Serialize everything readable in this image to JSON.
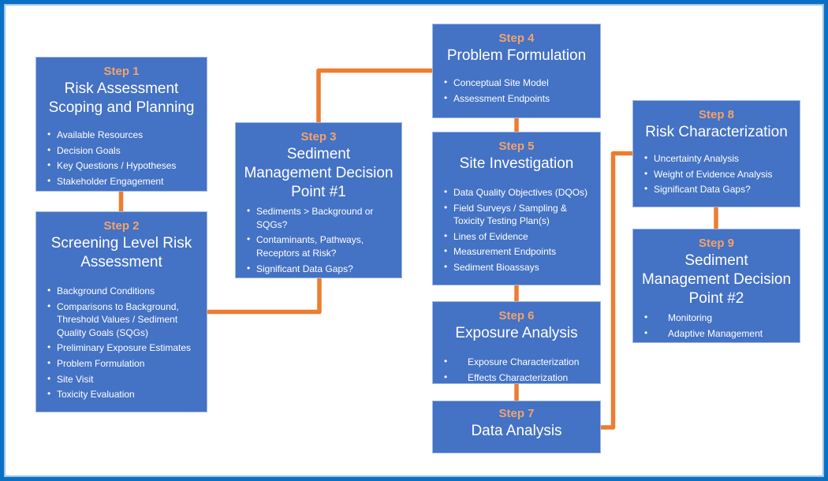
{
  "diagram": {
    "steps": [
      {
        "label": "Step 1",
        "title": "Risk Assessment\nScoping and Planning",
        "bullets": [
          "Available Resources",
          "Decision Goals",
          "Key Questions / Hypotheses",
          "Stakeholder Engagement"
        ]
      },
      {
        "label": "Step 2",
        "title": "Screening Level Risk\nAssessment",
        "bullets": [
          "Background Conditions",
          "Comparisons to Background, Threshold Values / Sediment Quality Goals (SQGs)",
          "Preliminary Exposure Estimates",
          "Problem Formulation",
          "Site Visit",
          "Toxicity Evaluation"
        ]
      },
      {
        "label": "Step 3",
        "title": "Sediment\nManagement Decision\nPoint #1",
        "bullets": [
          "Sediments > Background or SQGs?",
          "Contaminants, Pathways, Receptors at Risk?",
          "Significant Data Gaps?"
        ]
      },
      {
        "label": "Step 4",
        "title": "Problem Formulation",
        "bullets": [
          "Conceptual Site Model",
          "Assessment Endpoints"
        ]
      },
      {
        "label": "Step 5",
        "title": "Site Investigation",
        "bullets": [
          "Data Quality Objectives (DQOs)",
          "Field Surveys / Sampling & Toxicity Testing Plan(s)",
          "Lines of Evidence",
          "Measurement Endpoints",
          "Sediment Bioassays"
        ]
      },
      {
        "label": "Step 6",
        "title": "Exposure Analysis",
        "bullets": [
          "Exposure Characterization",
          "Effects Characterization"
        ]
      },
      {
        "label": "Step 7",
        "title": "Data Analysis",
        "bullets": []
      },
      {
        "label": "Step 8",
        "title": "Risk Characterization",
        "bullets": [
          "Uncertainty Analysis",
          "Weight of Evidence Analysis",
          "Significant Data Gaps?"
        ]
      },
      {
        "label": "Step 9",
        "title": "Sediment\nManagement Decision\nPoint #2",
        "bullets": [
          "Monitoring",
          "Adaptive Management"
        ]
      }
    ],
    "colors": {
      "box_fill": "#4472C4",
      "step_label_text": "#F2A36E",
      "body_text": "#FFFFFF",
      "connector": "#ED7D31",
      "frame_border": "#0A70C4"
    }
  }
}
